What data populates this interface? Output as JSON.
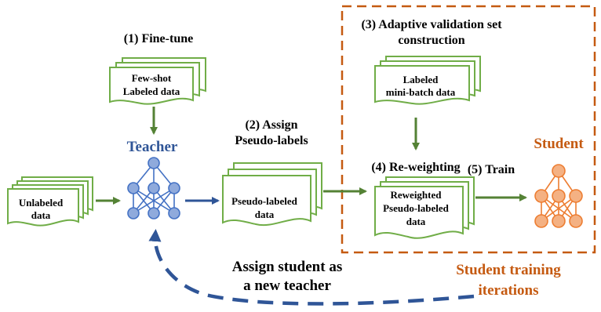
{
  "steps": {
    "fine_tune": "(1) Fine-tune",
    "assign_line1": "(2) Assign",
    "assign_line2": "Pseudo-labels",
    "adaptive_line1": "(3) Adaptive validation set",
    "adaptive_line2": "construction",
    "reweighting": "(4) Re-weighting",
    "train": "(5) Train"
  },
  "documents": {
    "few_shot_line1": "Few-shot",
    "few_shot_line2": "Labeled data",
    "unlabeled_line1": "Unlabeled",
    "unlabeled_line2": "data",
    "pseudo_line1": "Pseudo-labeled",
    "pseudo_line2": "data",
    "minibatch_line1": "Labeled",
    "minibatch_line2": "mini-batch data",
    "reweighted_line1": "Reweighted",
    "reweighted_line2": "Pseudo-labeled",
    "reweighted_line3": "data"
  },
  "models": {
    "teacher": "Teacher",
    "student": "Student"
  },
  "loop": {
    "line1": "Assign student as",
    "line2": "a new teacher"
  },
  "iterations": {
    "line1": "Student training",
    "line2": "iterations"
  },
  "colors": {
    "doc_green": "#70ad47",
    "arrow_green": "#548235",
    "teacher_blue": "#4472c4",
    "teacher_text": "#2f5597",
    "student_orange": "#ed7d31",
    "student_text": "#c55a11",
    "box_orange": "#c55a11",
    "loop_blue": "#2f5597"
  }
}
